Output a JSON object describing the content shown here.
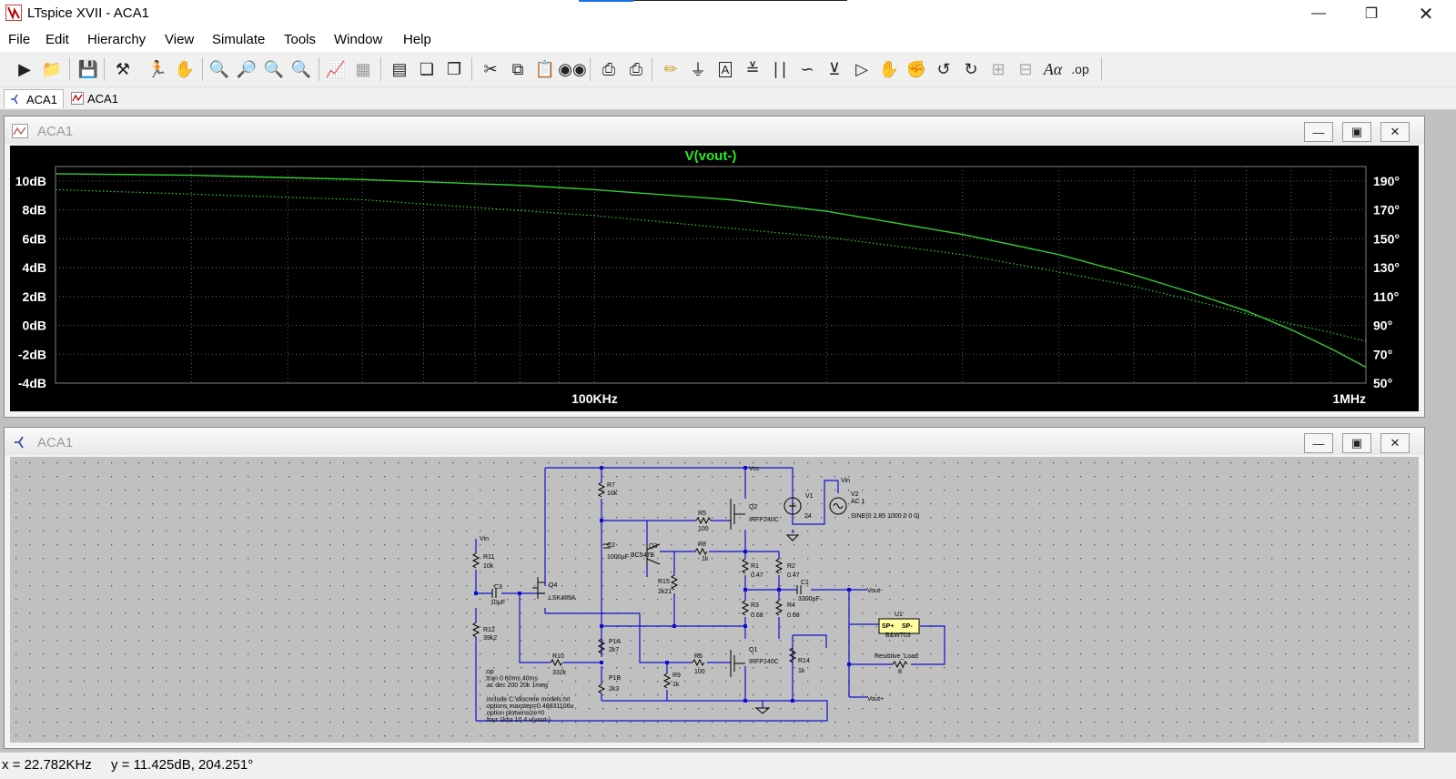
{
  "window": {
    "title": "LTspice XVII - ACA1"
  },
  "menu": [
    "File",
    "Edit",
    "Hierarchy",
    "View",
    "Simulate",
    "Tools",
    "Window",
    "Help"
  ],
  "tabs": [
    {
      "label": "ACA1",
      "icon": "schematic-icon"
    },
    {
      "label": "ACA1",
      "icon": "waveform-icon"
    }
  ],
  "plot_window": {
    "title": "ACA1"
  },
  "schematic_window": {
    "title": "ACA1"
  },
  "status": {
    "x": "x = 22.782KHz",
    "y": "y = 11.425dB, 204.251°"
  },
  "chart_data": {
    "type": "line",
    "title": "V(vout-)",
    "x_scale": "log",
    "x_ticks": [
      "100KHz",
      "1MHz"
    ],
    "xlim": [
      20000,
      1000000
    ],
    "y_ticks": [
      "10dB",
      "8dB",
      "6dB",
      "4dB",
      "2dB",
      "0dB",
      "-2dB",
      "-4dB"
    ],
    "ylim": [
      -4,
      11
    ],
    "y2_ticks": [
      "190°",
      "170°",
      "150°",
      "130°",
      "110°",
      "90°",
      "70°",
      "50°"
    ],
    "y2lim": [
      50,
      200
    ],
    "colors": {
      "background": "#000000",
      "trace": "#33cc33",
      "grid": "#808080",
      "text": "#ffffff",
      "title": "#22ee22"
    },
    "series": [
      {
        "name": "magnitude",
        "style": "solid",
        "x": [
          20000,
          30000,
          50000,
          80000,
          100000,
          150000,
          200000,
          300000,
          400000,
          500000,
          600000,
          700000,
          800000,
          900000,
          1000000
        ],
        "y": [
          10.5,
          10.4,
          10.1,
          9.7,
          9.4,
          8.7,
          7.9,
          6.3,
          4.9,
          3.5,
          2.2,
          1.0,
          -0.3,
          -1.6,
          -2.9
        ]
      },
      {
        "name": "phase",
        "style": "dotted",
        "x": [
          20000,
          50000,
          100000,
          200000,
          300000,
          400000,
          500000,
          600000,
          700000,
          800000,
          900000,
          1000000
        ],
        "y": [
          184,
          177,
          166,
          151,
          139,
          127,
          117,
          107,
          98,
          91,
          85,
          79
        ]
      }
    ]
  },
  "schematic": {
    "labels": [
      {
        "id": "Vcc",
        "text": "Vcc"
      },
      {
        "id": "Vin1",
        "text": "Vin"
      },
      {
        "id": "Vin2",
        "text": "Vin"
      },
      {
        "id": "Voutm",
        "text": "Vout-"
      },
      {
        "id": "Voutp",
        "text": "Vout+"
      },
      {
        "id": "R7",
        "text": "R7"
      },
      {
        "id": "R7v",
        "text": "10k"
      },
      {
        "id": "R5",
        "text": "R5"
      },
      {
        "id": "R5v",
        "text": "100"
      },
      {
        "id": "Q2",
        "text": "Q2"
      },
      {
        "id": "Q2v",
        "text": "IRFP240C"
      },
      {
        "id": "V1",
        "text": "V1"
      },
      {
        "id": "V1v",
        "text": "24"
      },
      {
        "id": "V2",
        "text": "V2"
      },
      {
        "id": "V2a",
        "text": "AC 1"
      },
      {
        "id": "V2s",
        "text": "SINE(0 2.85 1000 0 0 0)"
      },
      {
        "id": "C2",
        "text": "C2"
      },
      {
        "id": "C2v",
        "text": "1000µF"
      },
      {
        "id": "Q3",
        "text": "Q3"
      },
      {
        "id": "Q3v",
        "text": "BC547B"
      },
      {
        "id": "R8",
        "text": "R8"
      },
      {
        "id": "R8v",
        "text": "1k"
      },
      {
        "id": "R11",
        "text": "R11"
      },
      {
        "id": "R11v",
        "text": "10k"
      },
      {
        "id": "R1",
        "text": "R1"
      },
      {
        "id": "R1v",
        "text": "0.47"
      },
      {
        "id": "R2",
        "text": "R2"
      },
      {
        "id": "R2v",
        "text": "0.47"
      },
      {
        "id": "C3",
        "text": "C3"
      },
      {
        "id": "C3v",
        "text": "10µF"
      },
      {
        "id": "Q4",
        "text": "Q4"
      },
      {
        "id": "Q4v",
        "text": "LSK489A"
      },
      {
        "id": "R15",
        "text": "R15"
      },
      {
        "id": "R15v",
        "text": "2k21"
      },
      {
        "id": "C1",
        "text": "C1"
      },
      {
        "id": "C1v",
        "text": "3300µF"
      },
      {
        "id": "R3",
        "text": "R3"
      },
      {
        "id": "R3v",
        "text": "0.68"
      },
      {
        "id": "R4",
        "text": "R4"
      },
      {
        "id": "R4v",
        "text": "0.68"
      },
      {
        "id": "R12",
        "text": "R12"
      },
      {
        "id": "R12v",
        "text": "39k2"
      },
      {
        "id": "U1",
        "text": "U1"
      },
      {
        "id": "U1p",
        "text": "SP+"
      },
      {
        "id": "U1m",
        "text": "SP-"
      },
      {
        "id": "U1v",
        "text": "B&W703"
      },
      {
        "id": "P1A",
        "text": "P1A"
      },
      {
        "id": "P1Av",
        "text": "2k7"
      },
      {
        "id": "R10",
        "text": "R10"
      },
      {
        "id": "R10v",
        "text": "332k"
      },
      {
        "id": "R6",
        "text": "R6"
      },
      {
        "id": "R6v",
        "text": "100"
      },
      {
        "id": "Q1",
        "text": "Q1"
      },
      {
        "id": "Q1v",
        "text": "IRFP240C"
      },
      {
        "id": "R14",
        "text": "R14"
      },
      {
        "id": "R14v",
        "text": "1k"
      },
      {
        "id": "RL",
        "text": "Resistive_Load"
      },
      {
        "id": "RLv",
        "text": "8"
      },
      {
        "id": "R9",
        "text": "R9"
      },
      {
        "id": "R9v",
        "text": "1k"
      },
      {
        "id": "P1B",
        "text": "P1B"
      },
      {
        "id": "P1Bv",
        "text": "2k3"
      }
    ],
    "directives": [
      ";op",
      ";tran 0 60ms 40ms",
      ".ac dec 200 20k 1meg",
      "",
      ".include C:\\discrete models.txt",
      ".options maxstep=0.48831106u",
      ".option plotwinsize=0",
      ".four 1khz 10 4 v(vout-)"
    ]
  }
}
